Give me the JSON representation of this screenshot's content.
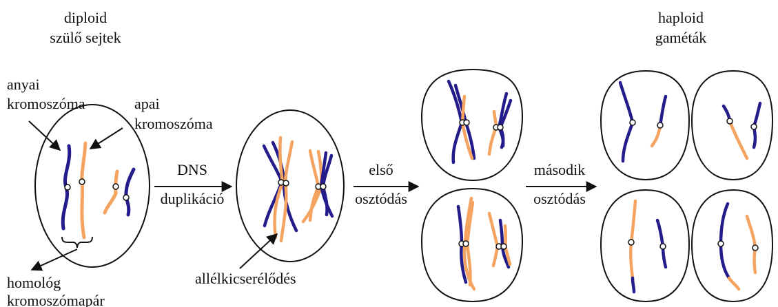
{
  "labels": {
    "diploid_line1": "diploid",
    "diploid_line2": "szülő sejtek",
    "haploid_line1": "haploid",
    "haploid_line2": "gaméták",
    "anyai_line1": "anyai",
    "anyai_line2": "kromoszóma",
    "apai_line1": "apai",
    "apai_line2": "kromoszóma",
    "dns_line1": "DNS",
    "dns_line2": "duplikáció",
    "elso_line1": "első",
    "elso_line2": "osztódás",
    "masodik_line1": "második",
    "masodik_line2": "osztódás",
    "homolog_line1": "homológ",
    "homolog_line2": "kromoszómapár",
    "allel": "allélkicserélődés"
  },
  "colors": {
    "maternal": "#231c8a",
    "paternal": "#f4a460",
    "outline": "#111111",
    "text": "#111111"
  }
}
